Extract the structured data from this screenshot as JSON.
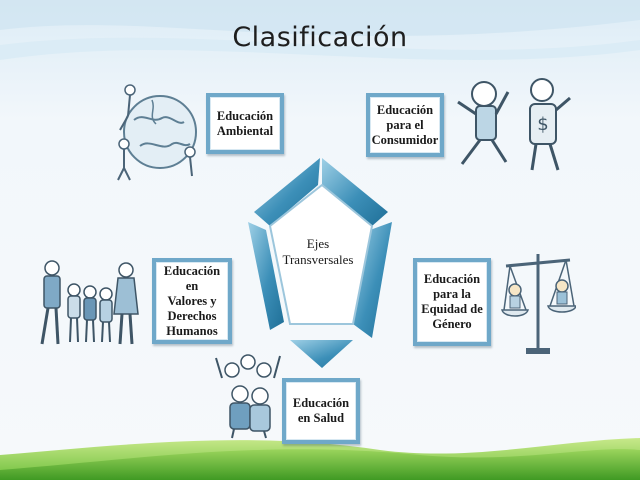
{
  "title": "Clasificación",
  "center": "Ejes\nTransversales",
  "boxes": {
    "ambiental": "Educación\nAmbiental",
    "consumidor": "Educación\npara el\nConsumidor",
    "equidad": "Educación\npara la\nEquidad de\nGénero",
    "salud": "Educación\nen Salud",
    "valores": "Educación en\nValores y\nDerechos\nHumanos"
  },
  "colors": {
    "pentagon_dark": "#1f6f97",
    "pentagon_light": "#8cc4de",
    "box_border": "#6fa8c9",
    "grass": "#6cbf3a"
  },
  "illustrations": {
    "ambiental": "globe-people-icon",
    "consumidor": "shopping-people-icon",
    "equidad": "balance-scale-icon",
    "salud": "crowd-people-icon",
    "valores": "family-group-icon"
  }
}
